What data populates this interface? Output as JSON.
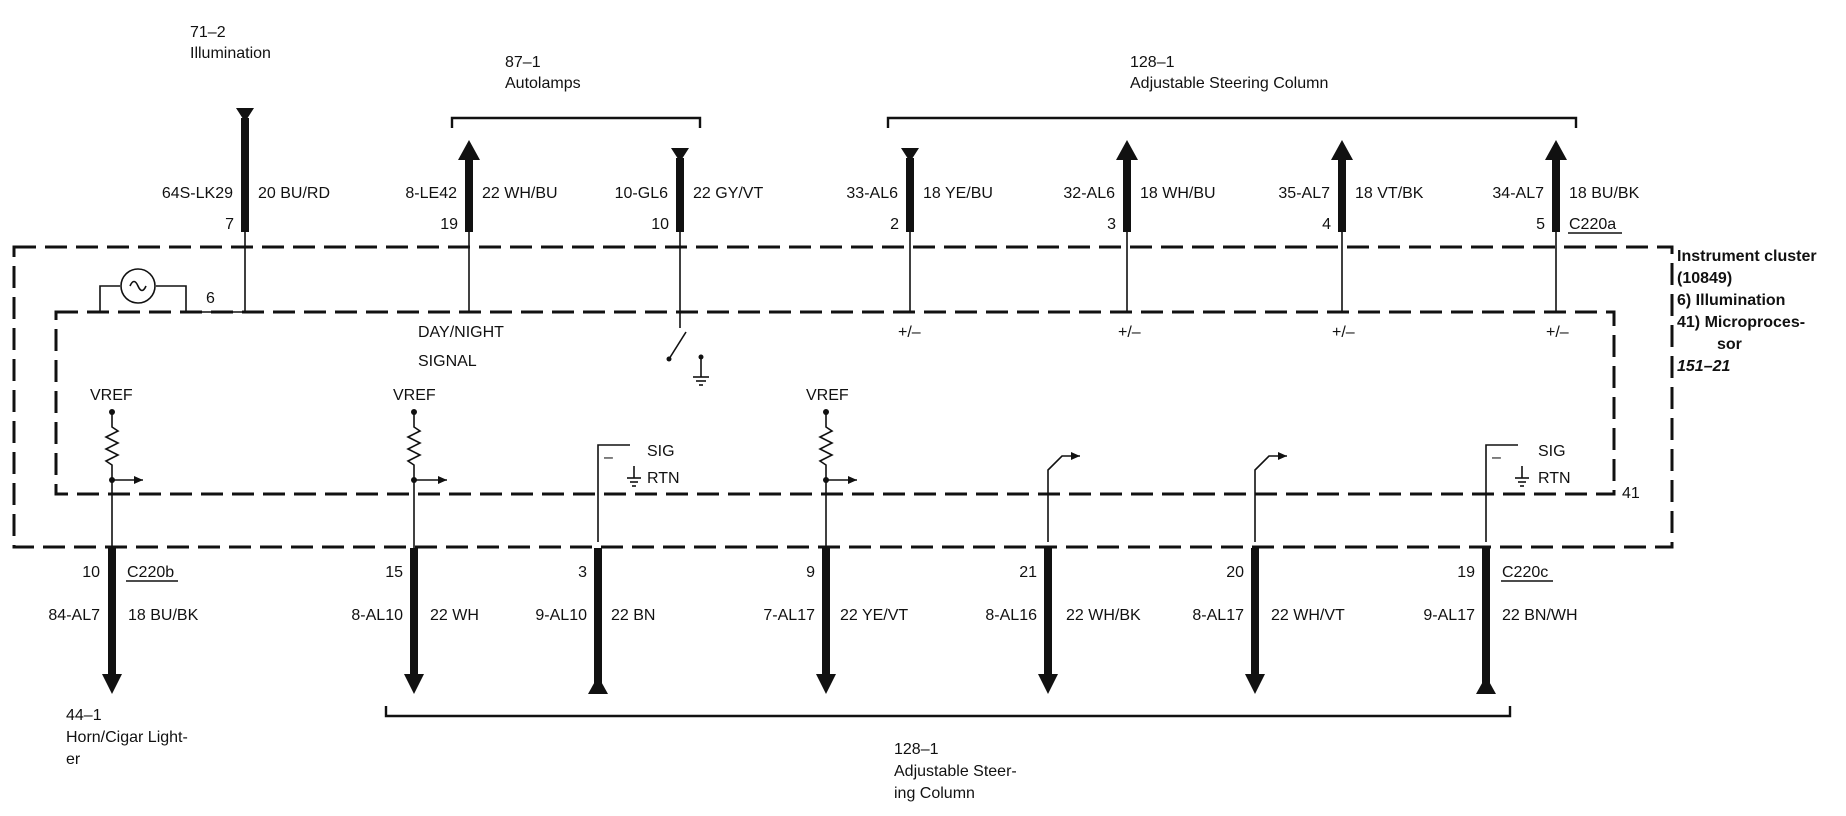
{
  "refs": {
    "illum": {
      "num": "71–2",
      "name": "Illumination"
    },
    "autolamps": {
      "num": "87–1",
      "name": "Autolamps"
    },
    "steering_top": {
      "num": "128–1",
      "name": "Adjustable Steering Column"
    },
    "horn": {
      "num": "44–1",
      "line1": "Horn/Cigar Light-",
      "line2": "er"
    },
    "steering_bottom": {
      "num": "128–1",
      "line1": "Adjustable Steer-",
      "line2": "ing Column"
    }
  },
  "module": {
    "line1": "Instrument cluster",
    "line2": "(10849)",
    "line3": "6)  Illumination",
    "line4": "41)  Microproces-",
    "line5": "sor",
    "ref": "151–21",
    "lamp_pin": "6",
    "micro_pin": "41"
  },
  "connectors": {
    "top": "C220a",
    "bottom_left": "C220b",
    "bottom_right": "C220c"
  },
  "top_wires": [
    {
      "circuit": "64S-LK29",
      "color": "20 BU/RD",
      "pin": "7"
    },
    {
      "circuit": "8-LE42",
      "color": "22 WH/BU",
      "pin": "19"
    },
    {
      "circuit": "10-GL6",
      "color": "22 GY/VT",
      "pin": "10"
    },
    {
      "circuit": "33-AL6",
      "color": "18 YE/BU",
      "pin": "2"
    },
    {
      "circuit": "32-AL6",
      "color": "18 WH/BU",
      "pin": "3"
    },
    {
      "circuit": "35-AL7",
      "color": "18 VT/BK",
      "pin": "4"
    },
    {
      "circuit": "34-AL7",
      "color": "18 BU/BK",
      "pin": "5"
    }
  ],
  "bottom_wires": [
    {
      "circuit": "84-AL7",
      "color": "18 BU/BK",
      "pin": "10"
    },
    {
      "circuit": "8-AL10",
      "color": "22 WH",
      "pin": "15"
    },
    {
      "circuit": "9-AL10",
      "color": "22 BN",
      "pin": "3"
    },
    {
      "circuit": "7-AL17",
      "color": "22 YE/VT",
      "pin": "9"
    },
    {
      "circuit": "8-AL16",
      "color": "22 WH/BK",
      "pin": "21"
    },
    {
      "circuit": "8-AL17",
      "color": "22 WH/VT",
      "pin": "20"
    },
    {
      "circuit": "9-AL17",
      "color": "22 BN/WH",
      "pin": "19"
    }
  ],
  "internal": {
    "day_night_1": "DAY/NIGHT",
    "day_night_2": "SIGNAL",
    "pm": [
      "+/–",
      "+/–",
      "+/–",
      "+/–"
    ],
    "vref": [
      "VREF",
      "VREF",
      "VREF"
    ],
    "sig_rtn": [
      {
        "l1": "SIG",
        "l2": "RTN",
        "minus": "–"
      },
      {
        "l1": "SIG",
        "l2": "RTN",
        "minus": "–"
      }
    ]
  }
}
